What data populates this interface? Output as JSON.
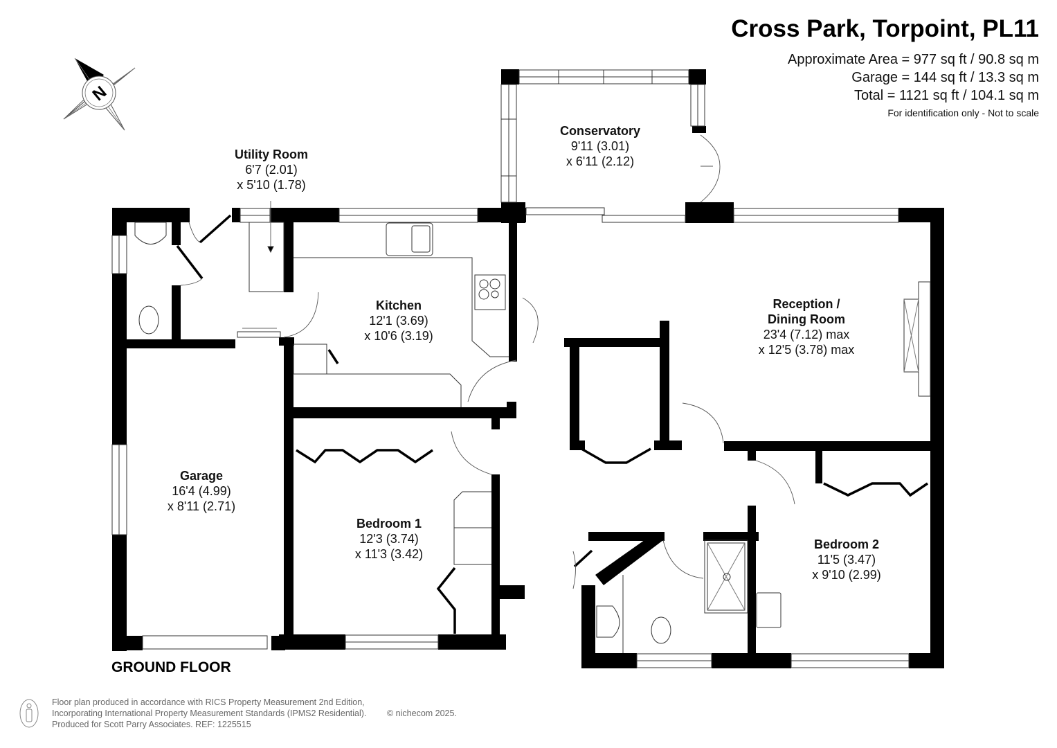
{
  "header": {
    "title": "Cross Park, Torpoint, PL11",
    "areas": [
      "Approximate Area = 977 sq ft / 90.8 sq m",
      "Garage = 144 sq ft / 13.3 sq m",
      "Total = 1121 sq ft / 104.1 sq m"
    ],
    "note": "For identification only - Not to scale"
  },
  "compass": {
    "label": "N",
    "icon": "compass-rose-icon"
  },
  "floor_label": "GROUND FLOOR",
  "rooms": [
    {
      "id": "utility-room",
      "name": "Utility Room",
      "dim1": "6'7 (2.01)",
      "dim2": "x 5'10 (1.78)"
    },
    {
      "id": "conservatory",
      "name": "Conservatory",
      "dim1": "9'11 (3.01)",
      "dim2": "x 6'11 (2.12)"
    },
    {
      "id": "kitchen",
      "name": "Kitchen",
      "dim1": "12'1 (3.69)",
      "dim2": "x 10'6 (3.19)"
    },
    {
      "id": "reception",
      "name": "Reception /",
      "name2": "Dining Room",
      "dim1": "23'4 (7.12) max",
      "dim2": "x 12'5 (3.78) max"
    },
    {
      "id": "garage",
      "name": "Garage",
      "dim1": "16'4 (4.99)",
      "dim2": "x 8'11 (2.71)"
    },
    {
      "id": "bedroom-1",
      "name": "Bedroom 1",
      "dim1": "12'3 (3.74)",
      "dim2": "x 11'3 (3.42)"
    },
    {
      "id": "bedroom-2",
      "name": "Bedroom 2",
      "dim1": "11'5 (3.47)",
      "dim2": "x 9'10 (2.99)"
    }
  ],
  "footer": {
    "lines": [
      "Floor plan produced in accordance with RICS Property Measurement 2nd Edition,",
      "Incorporating International Property Measurement Standards (IPMS2 Residential).",
      "Produced for Scott Parry Associates.   REF: 1225515"
    ],
    "copyright": "© nichecom 2025."
  }
}
